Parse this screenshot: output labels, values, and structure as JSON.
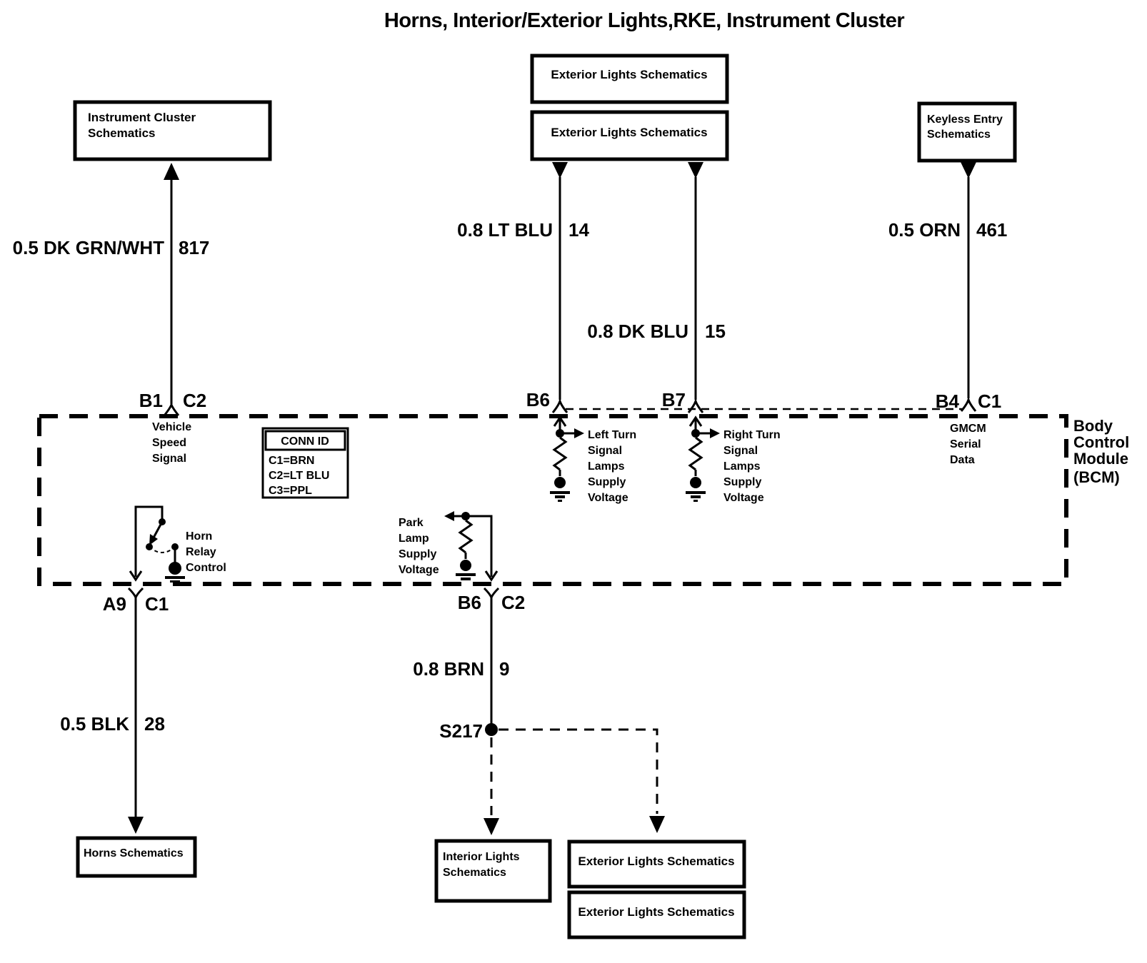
{
  "title": "Horns, Interior/Exterior Lights,RKE, Instrument Cluster",
  "colors": {
    "ink": "#000000",
    "paper": "#ffffff"
  },
  "boxes": {
    "instrument_cluster": [
      "Instrument Cluster",
      "Schematics"
    ],
    "exterior_top_1": "Exterior Lights Schematics",
    "exterior_top_2": "Exterior Lights Schematics",
    "keyless_entry": [
      "Keyless Entry",
      "Schematics"
    ],
    "horns": "Horns Schematics",
    "interior_lights": [
      "Interior Lights",
      "Schematics"
    ],
    "exterior_bottom_1": "Exterior Lights Schematics",
    "exterior_bottom_2": "Exterior Lights Schematics"
  },
  "wires": {
    "dk_grn_wht": {
      "label": "0.5 DK GRN/WHT",
      "circuit": "817"
    },
    "lt_blu": {
      "label": "0.8 LT BLU",
      "circuit": "14"
    },
    "dk_blu": {
      "label": "0.8 DK BLU",
      "circuit": "15"
    },
    "orn": {
      "label": "0.5 ORN",
      "circuit": "461"
    },
    "blk": {
      "label": "0.5 BLK",
      "circuit": "28"
    },
    "brn": {
      "label": "0.8 BRN",
      "circuit": "9"
    }
  },
  "pins": {
    "b1": {
      "pin": "B1",
      "conn": "C2"
    },
    "b6_top": {
      "pin": "B6"
    },
    "b7_top": {
      "pin": "B7"
    },
    "b4": {
      "pin": "B4",
      "conn": "C1"
    },
    "a9": {
      "pin": "A9",
      "conn": "C1"
    },
    "b6_bottom": {
      "pin": "B6",
      "conn": "C2"
    }
  },
  "splice": {
    "label": "S217"
  },
  "bcm": {
    "name": [
      "Body",
      "Control",
      "Module",
      "(BCM)"
    ],
    "vehicle_speed": [
      "Vehicle",
      "Speed",
      "Signal"
    ],
    "horn_relay": [
      "Horn",
      "Relay",
      "Control"
    ],
    "left_turn": [
      "Left Turn",
      "Signal",
      "Lamps",
      "Supply",
      "Voltage"
    ],
    "right_turn": [
      "Right Turn",
      "Signal",
      "Lamps",
      "Supply",
      "Voltage"
    ],
    "park_lamp": [
      "Park",
      "Lamp",
      "Supply",
      "Voltage"
    ],
    "gmcm": [
      "GMCM",
      "Serial",
      "Data"
    ],
    "conn_id": {
      "header": "CONN ID",
      "rows": [
        "C1=BRN",
        "C2=LT BLU",
        "C3=PPL"
      ]
    }
  }
}
